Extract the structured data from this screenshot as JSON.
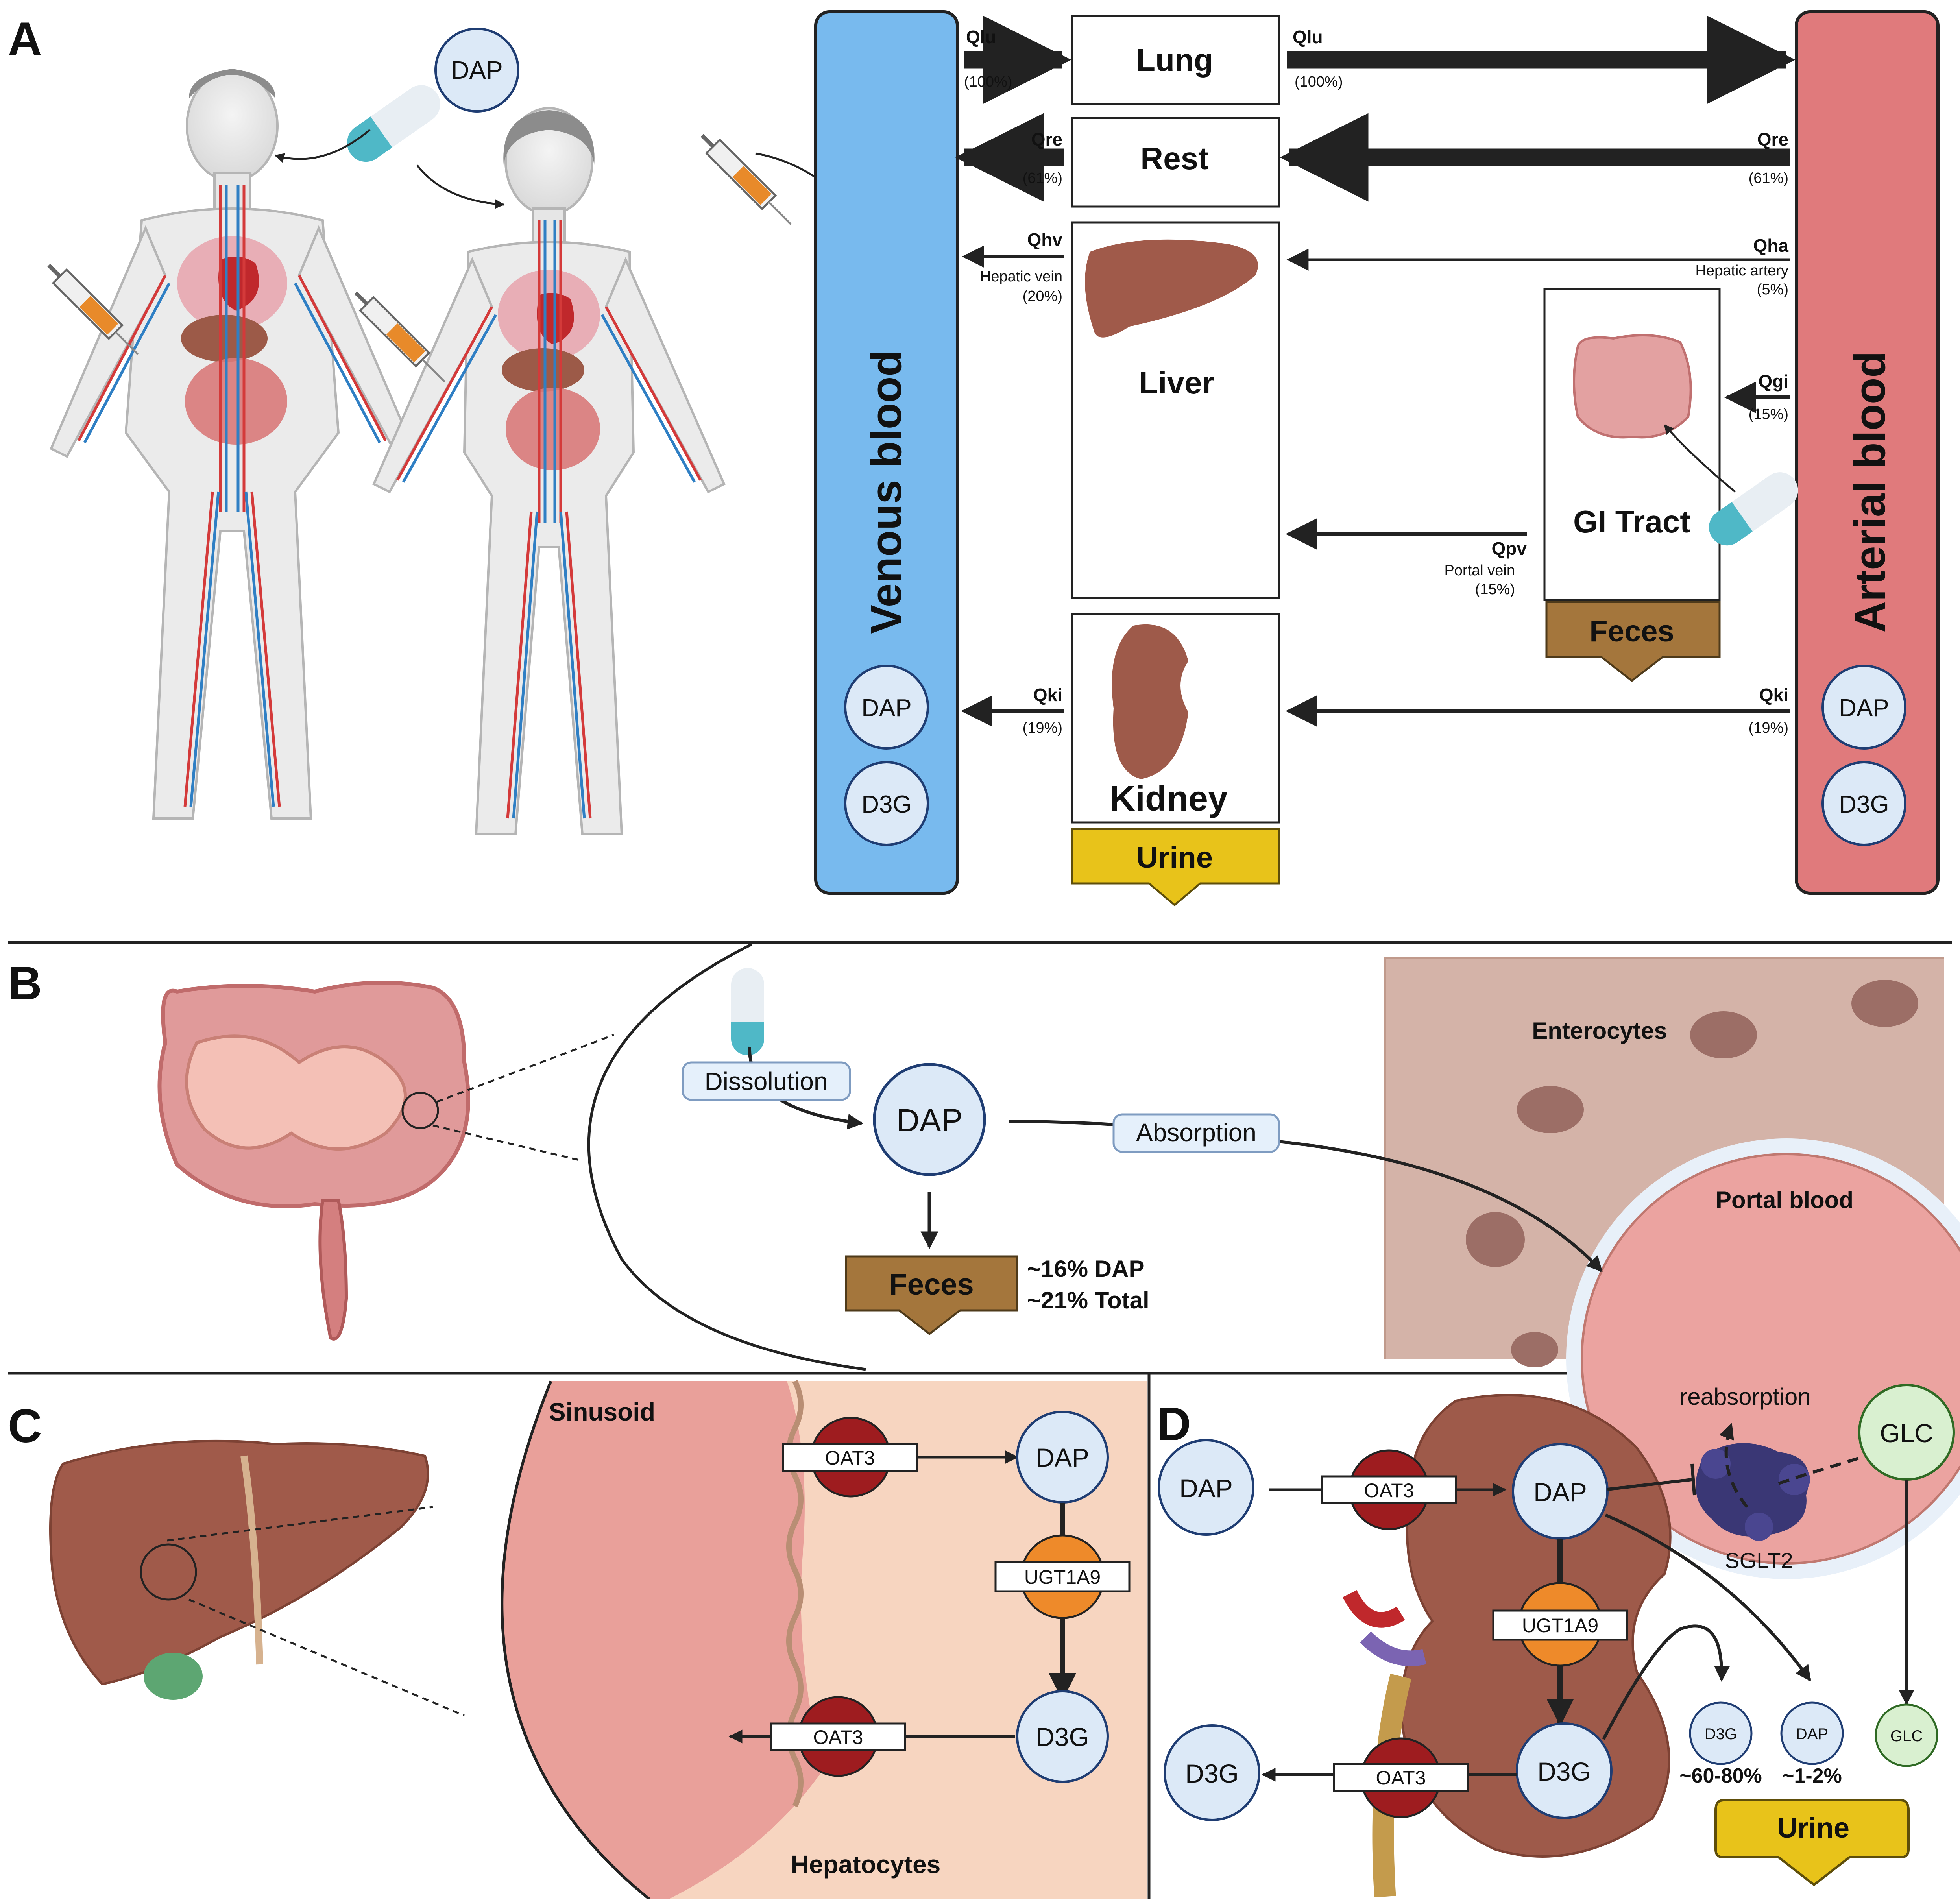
{
  "panel_labels": {
    "a": "A",
    "b": "B",
    "c": "C",
    "d": "D"
  },
  "panel_a": {
    "dap_bubble": "DAP",
    "venous_blood": "Venous blood",
    "arterial_blood": "Arterial blood",
    "organs": {
      "lung": "Lung",
      "rest": "Rest",
      "liver": "Liver",
      "gi_tract": "GI Tract",
      "kidney": "Kidney"
    },
    "excretion": {
      "feces": "Feces",
      "urine": "Urine"
    },
    "flows": {
      "qlu_in": {
        "label": "Qlu",
        "pct": "(100%)"
      },
      "qlu_out": {
        "label": "Qlu",
        "pct": "(100%)"
      },
      "qre_in": {
        "label": "Qre",
        "pct": "(61%)"
      },
      "qre_out": {
        "label": "Qre",
        "pct": "(61%)"
      },
      "qhv": {
        "label": "Qhv",
        "sub": "Hepatic vein",
        "pct": "(20%)"
      },
      "qha": {
        "label": "Qha",
        "sub": "Hepatic artery",
        "pct": "(5%)"
      },
      "qgi": {
        "label": "Qgi",
        "pct": "(15%)"
      },
      "qpv": {
        "label": "Qpv",
        "sub": "Portal vein",
        "pct": "(15%)"
      },
      "qki_ven": {
        "label": "Qki",
        "pct": "(19%)"
      },
      "qki_art": {
        "label": "Qki",
        "pct": "(19%)"
      }
    },
    "venous_species": [
      "DAP",
      "D3G"
    ],
    "arterial_species": [
      "DAP",
      "D3G"
    ]
  },
  "panel_b": {
    "dissolution": "Dissolution",
    "dap": "DAP",
    "absorption": "Absorption",
    "feces": "Feces",
    "feces_dap": "~16% DAP",
    "feces_total": "~21% Total",
    "enterocytes": "Enterocytes",
    "portal_blood": "Portal blood"
  },
  "panel_c": {
    "sinusoid": "Sinusoid",
    "hepatocytes": "Hepatocytes",
    "oat3_top": "OAT3",
    "oat3_bottom": "OAT3",
    "ugt": "UGT1A9",
    "dap": "DAP",
    "d3g": "D3G"
  },
  "panel_d": {
    "dap_blood": "DAP",
    "d3g_blood": "D3G",
    "oat3_top": "OAT3",
    "oat3_bottom": "OAT3",
    "ugt": "UGT1A9",
    "dap_cell": "DAP",
    "d3g_cell": "D3G",
    "reabsorption": "reabsorption",
    "glc": "GLC",
    "sglt2": "SGLT2",
    "urine_d3g": "D3G",
    "urine_d3g_pct": "~60-80%",
    "urine_dap": "DAP",
    "urine_dap_pct": "~1-2%",
    "urine_glc": "GLC",
    "urine": "Urine"
  }
}
